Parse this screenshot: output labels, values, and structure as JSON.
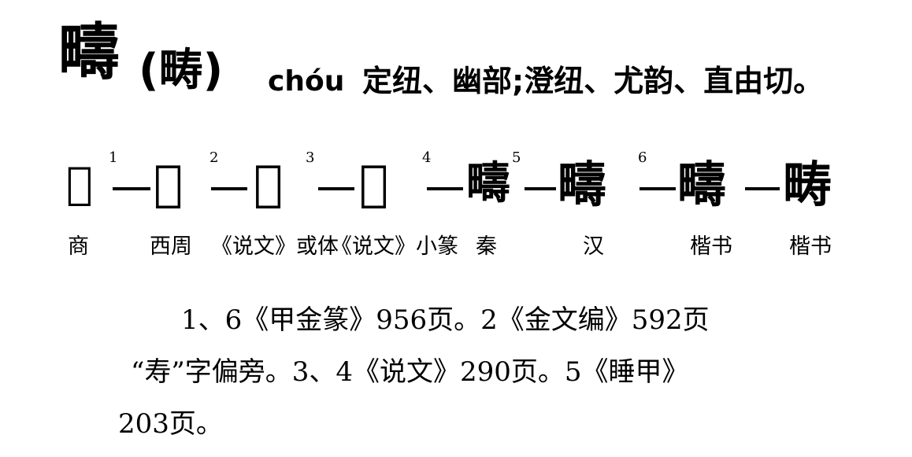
{
  "header": {
    "headword": "疇",
    "variant": "(畴)",
    "pinyin": "chóu",
    "phonology": "定纽、幽部;澄纽、尤韵、直由切。"
  },
  "evolution": {
    "glyphs": [
      "𠃬",
      "𠃬",
      "𠃬",
      "𠃬",
      "疇",
      "疇",
      "疇",
      "畴"
    ],
    "numbers": [
      "1",
      "2",
      "3",
      "4",
      "5",
      "6"
    ],
    "labels": [
      "商",
      "西周",
      "《说文》或体",
      "《说文》小篆",
      "秦",
      "汉",
      "楷书",
      "楷书"
    ]
  },
  "notes": {
    "line1": "1、6《甲金篆》956页。2《金文编》592页",
    "line2": "“寿”字偏旁。3、4《说文》290页。5《睡甲》",
    "line3": "203页。"
  }
}
